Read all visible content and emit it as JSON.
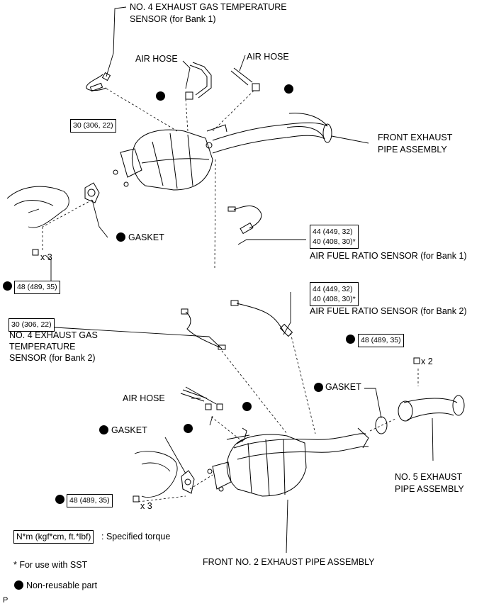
{
  "labels": {
    "no4_sensor_bank1_l1": "NO. 4 EXHAUST GAS TEMPERATURE",
    "no4_sensor_bank1_l2": "SENSOR (for Bank 1)",
    "air_hose_1": "AIR HOSE",
    "air_hose_2": "AIR HOSE",
    "front_exhaust_pipe_l1": "FRONT EXHAUST",
    "front_exhaust_pipe_l2": "PIPE ASSEMBLY",
    "gasket_1": "GASKET",
    "x3_top": "x 3",
    "af_sensor_bank1": "AIR FUEL RATIO SENSOR (for Bank 1)",
    "af_sensor_bank2": "AIR FUEL RATIO SENSOR (for Bank 2)",
    "no4_sensor_bank2_l1": "NO. 4 EXHAUST GAS",
    "no4_sensor_bank2_l2": "TEMPERATURE",
    "no4_sensor_bank2_l3": "SENSOR (for Bank 2)",
    "x2": "x 2",
    "gasket_2": "GASKET",
    "air_hose_3": "AIR HOSE",
    "gasket_3": "GASKET",
    "x3_bottom": "x 3",
    "no5_pipe_l1": "NO. 5 EXHAUST",
    "no5_pipe_l2": "PIPE ASSEMBLY",
    "front_no2_pipe": "FRONT NO. 2 EXHAUST PIPE ASSEMBLY",
    "corner_mark": "P"
  },
  "torques": {
    "t_30_a": "30 (306, 22)",
    "t_44_a_l1": "44 (449, 32)",
    "t_44_a_l2": "40 (408, 30)*",
    "t_48_a": "48 (489, 35)",
    "t_44_b_l1": "44 (449, 32)",
    "t_44_b_l2": "40 (408, 30)*",
    "t_30_b": "30 (306, 22)",
    "t_48_b": "48 (489, 35)",
    "t_48_c": "48 (489, 35)"
  },
  "legend": {
    "unit_box": "N*m (kgf*cm, ft.*lbf)",
    "unit_text": ": Specified torque",
    "sst_note": "* For use with SST",
    "non_reusable": "Non-reusable part"
  }
}
